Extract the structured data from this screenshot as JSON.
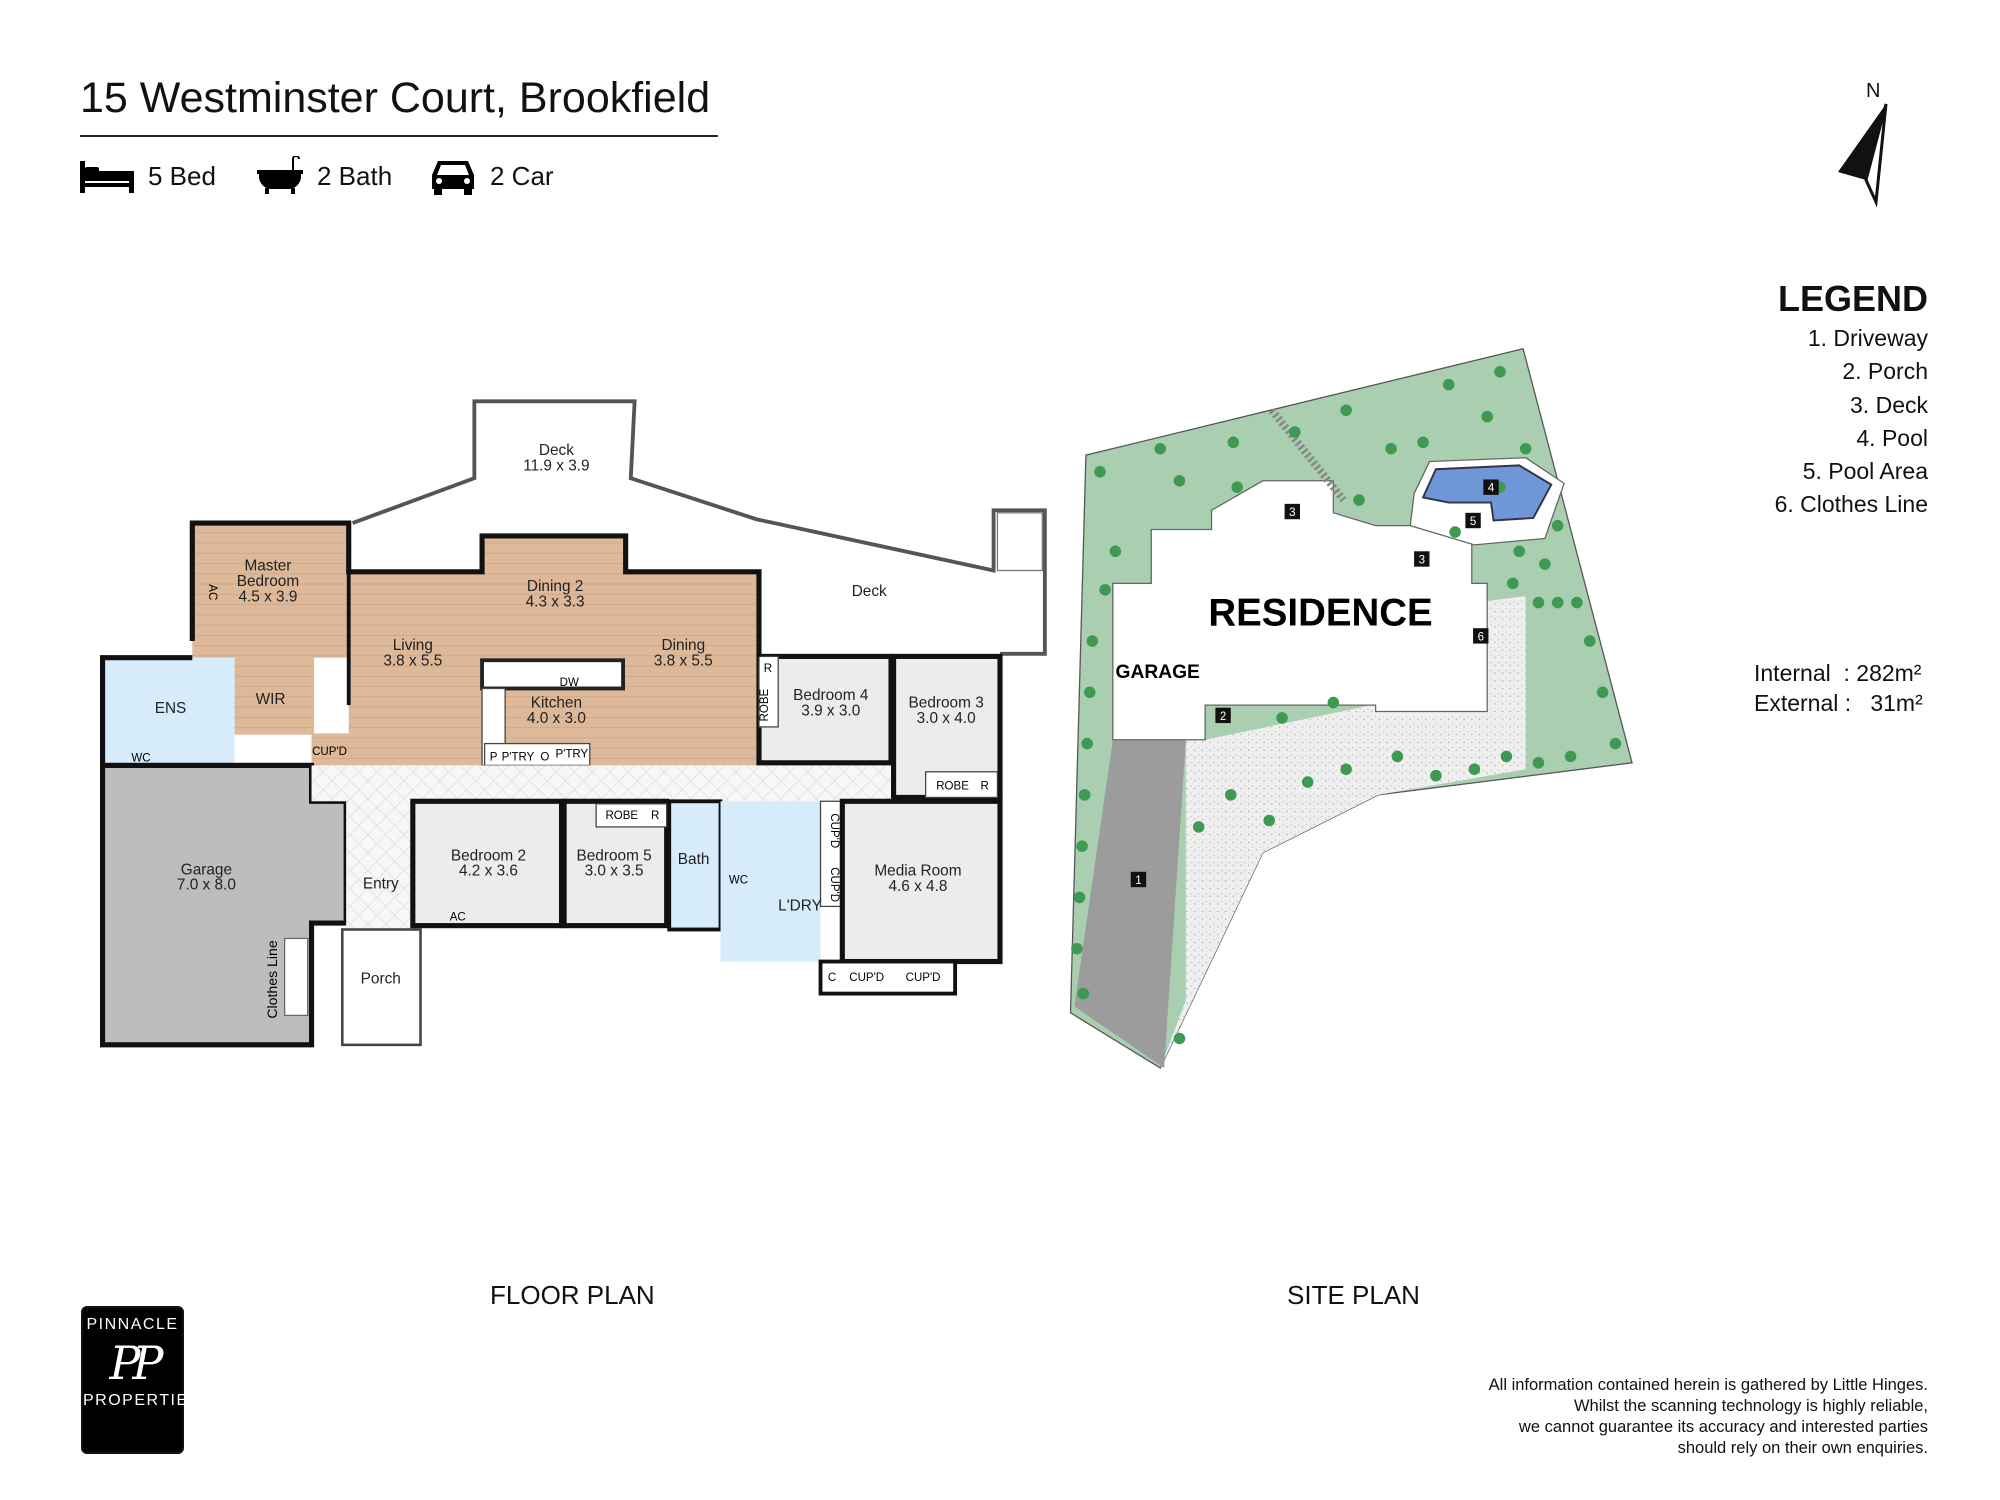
{
  "header": {
    "title": "15 Westminster Court, Brookfield",
    "features": [
      {
        "icon": "bed-icon",
        "label": "5 Bed"
      },
      {
        "icon": "bath-icon",
        "label": "2 Bath"
      },
      {
        "icon": "car-icon",
        "label": "2 Car"
      }
    ]
  },
  "compass": {
    "label": "N"
  },
  "legend": {
    "title": "LEGEND",
    "items": [
      "1. Driveway",
      "2. Porch",
      "3. Deck",
      "4. Pool",
      "5. Pool Area",
      "6. Clothes Line"
    ]
  },
  "areas": {
    "internal": "Internal  : 282m²",
    "external": "External :   31m²"
  },
  "floor_plan": {
    "label": "FLOOR PLAN",
    "rooms": {
      "deck_top": [
        "Deck",
        "11.9 x 3.9"
      ],
      "deck_side": [
        "Deck"
      ],
      "master": [
        "Master",
        "Bedroom",
        "4.5 x 3.9"
      ],
      "dining2": [
        "Dining 2",
        "4.3 x 3.3"
      ],
      "living": [
        "Living",
        "3.8 x 5.5"
      ],
      "dining": [
        "Dining",
        "3.8 x 5.5"
      ],
      "kitchen": [
        "Kitchen",
        "4.0 x 3.0"
      ],
      "bedroom4": [
        "Bedroom 4",
        "3.9 x 3.0"
      ],
      "bedroom3": [
        "Bedroom 3",
        "3.0 x 4.0"
      ],
      "ens": [
        "ENS"
      ],
      "wir": [
        "WIR"
      ],
      "garage": [
        "Garage",
        "7.0 x 8.0"
      ],
      "entry": [
        "Entry"
      ],
      "porch": [
        "Porch"
      ],
      "bedroom2": [
        "Bedroom 2",
        "4.2 x 3.6"
      ],
      "bedroom5": [
        "Bedroom 5",
        "3.0 x 3.5"
      ],
      "bath": [
        "Bath"
      ],
      "laundry": [
        "L'DRY"
      ],
      "media": [
        "Media Room",
        "4.6 x 4.8"
      ]
    },
    "small_labels": {
      "ac1": "AC",
      "ac2": "AC",
      "wc1": "WC",
      "wc2": "WC",
      "cupd1": "CUP'D",
      "robe1": "ROBE",
      "r1": "R",
      "robe2": "ROBE",
      "r2": "R",
      "robe3": "ROBE",
      "r3": "R",
      "ptry1": "P'TRY",
      "p": "P",
      "o": "O",
      "ptry2": "P'TRY",
      "dw": "DW",
      "cupd2": "CUP'D",
      "cupd3": "CUP'D",
      "c": "C",
      "cupd4": "CUP'D",
      "cupd5": "CUP'D",
      "clothes": "Clothes Line"
    }
  },
  "site_plan": {
    "label": "SITE PLAN",
    "residence": "RESIDENCE",
    "garage": "GARAGE",
    "markers": [
      "1",
      "2",
      "3",
      "3",
      "4",
      "5",
      "6"
    ]
  },
  "logo": {
    "top": "PINNACLE",
    "monogram": "PP",
    "bottom": "PROPERTIES"
  },
  "disclaimer": [
    "All information contained herein is gathered by Little Hinges.",
    "Whilst the scanning technology is highly reliable,",
    "we cannot guarantee its accuracy and interested parties",
    "should rely on their own enquiries."
  ],
  "colors": {
    "tan": "#ddb99a",
    "blue": "#d6ecfa",
    "gray_room": "#ececec",
    "garage": "#bdbdbd",
    "lawn": "#a9cfb0",
    "tree": "#3e9a52",
    "pool": "#6f96d6",
    "driveway": "#9c9c9c"
  }
}
